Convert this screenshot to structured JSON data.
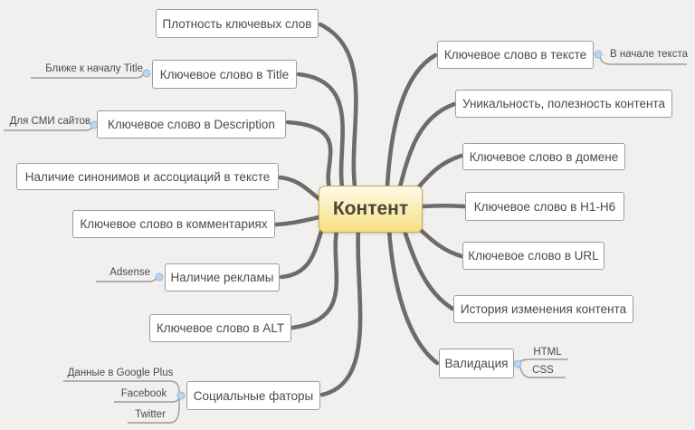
{
  "diagram": {
    "type": "mindmap",
    "language": "ru",
    "topic": "SEO content factors"
  },
  "colors": {
    "background": "#f1f0ef",
    "branch": "#6c6c6c",
    "node_border": "#9c9c9c",
    "node_text": "#4b4b4b",
    "center_gradient_top": "#fdfae8",
    "center_gradient_bottom": "#f7e083",
    "center_border": "#c9ae55",
    "handle_dot": "#bcd4ee"
  },
  "center": {
    "label": "Контент"
  },
  "nodes": {
    "plotnost": {
      "label": "Плотность ключевых слов"
    },
    "title": {
      "label": "Ключевое слово в Title"
    },
    "description": {
      "label": "Ключевое слово в Description"
    },
    "sinonimy": {
      "label": "Наличие синонимов и ассоциаций в тексте"
    },
    "comments": {
      "label": "Ключевое слово в комментариях"
    },
    "reklama": {
      "label": "Наличие рекламы"
    },
    "alt": {
      "label": "Ключевое слово в ALT"
    },
    "social": {
      "label": "Социальные фаторы"
    },
    "tekst": {
      "label": "Ключевое слово в тексте"
    },
    "unik": {
      "label": "Уникальность, полезность контента"
    },
    "domen": {
      "label": "Ключевое слово в домене"
    },
    "h1h6": {
      "label": "Ключевое слово в H1-H6"
    },
    "url": {
      "label": "Ключевое слово в URL"
    },
    "istoria": {
      "label": "История изменения контента"
    },
    "validacia": {
      "label": "Валидация"
    }
  },
  "sublabels": {
    "blizhe": {
      "label": "Ближе к началу Title",
      "parent": "title"
    },
    "smi": {
      "label": "Для СМИ сайтов",
      "parent": "description"
    },
    "adsense": {
      "label": "Adsense",
      "parent": "reklama"
    },
    "gplus": {
      "label": "Данные в Google Plus",
      "parent": "social"
    },
    "facebook": {
      "label": "Facebook",
      "parent": "social"
    },
    "twitter": {
      "label": "Twitter",
      "parent": "social"
    },
    "vnachale": {
      "label": "В начале текста",
      "parent": "tekst"
    },
    "html": {
      "label": "HTML",
      "parent": "validacia"
    },
    "css": {
      "label": "CSS",
      "parent": "validacia"
    }
  }
}
